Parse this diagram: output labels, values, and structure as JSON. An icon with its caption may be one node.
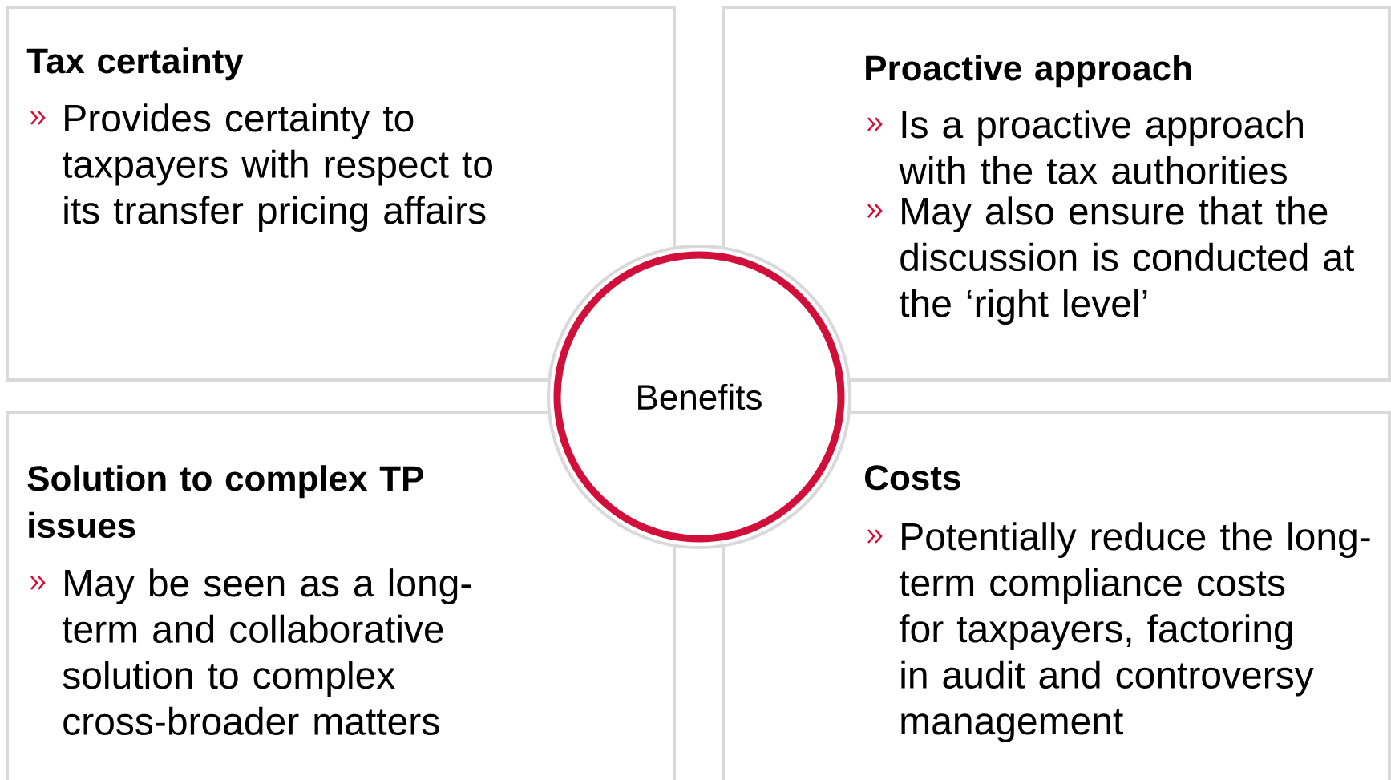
{
  "diagram": {
    "nodes": [
      {
        "text": [
          "Tax certainty",
          "Provides certainty to taxpayers with respect to its transfer pricing affairs"
        ]
      },
      {
        "text": [
          "Proactive approach",
          "Is a proactive approach with the tax authorities",
          "May also ensure that the discussion is conducted at the ‘right level’"
        ]
      },
      {
        "text": [
          "Solution to complex TP issues",
          "May be seen as a long-term and collaborative solution to complex cross-broader matters"
        ]
      },
      {
        "text": [
          "Costs",
          "Potentially reduce the long-term compliance costs for taxpayers, factoring in audit and controversy management"
        ]
      },
      {
        "text": [
          "Benefits"
        ]
      }
    ]
  }
}
